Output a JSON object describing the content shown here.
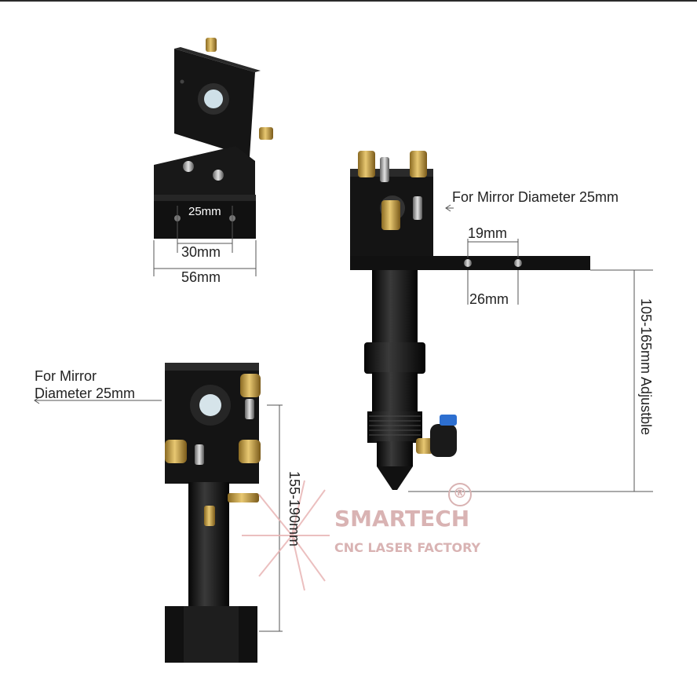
{
  "labels": {
    "mirror_tr": "For Mirror Diameter 25mm",
    "mirror_bl_line1": "For Mirror",
    "mirror_bl_line2": "Diameter 25mm",
    "dim_25": "25mm",
    "dim_30": "30mm",
    "dim_56": "56mm",
    "dim_19": "19mm",
    "dim_26": "26mm",
    "dim_height_head": "105-165mm Adjustble",
    "dim_height_mount": "155-190mm"
  },
  "watermark": {
    "brand": "SMARTECH",
    "registered": "®",
    "tagline": "CNC LASER FACTORY"
  },
  "colors": {
    "metal_black": "#141414",
    "brass": "#c9a24a",
    "line": "#555555",
    "watermark": "#d9b3b3"
  }
}
